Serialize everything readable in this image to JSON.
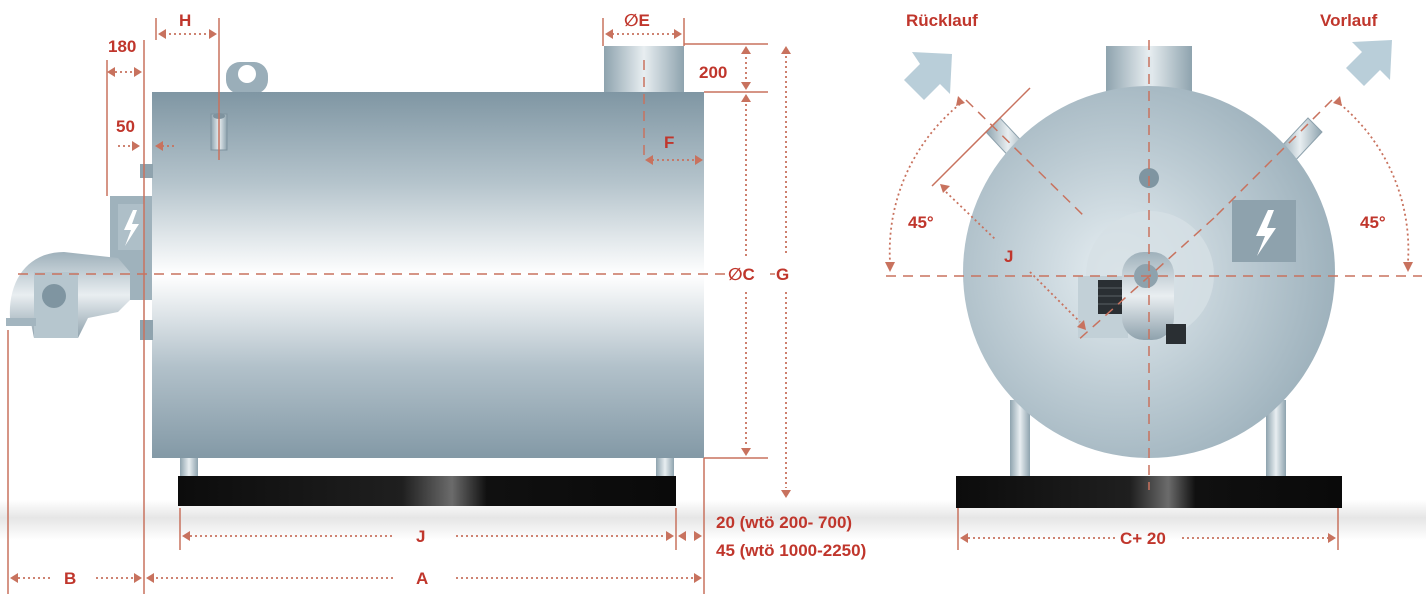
{
  "labels": {
    "h": "H",
    "e": "∅E",
    "d180": "180",
    "d200": "200",
    "d50": "50",
    "f": "F",
    "c": "∅C",
    "g": "G",
    "j_side": "J",
    "a": "A",
    "b": "B",
    "foot_1": "20 (wtö 200- 700)",
    "foot_2": "45 (wtö 1000-2250)",
    "ruecklauf": "Rücklauf",
    "vorlauf": "Vorlauf",
    "angle_left": "45°",
    "angle_right": "45°",
    "j_front": "J",
    "c20": "C+ 20"
  },
  "icons": {
    "warning_side": "high-voltage-icon",
    "warning_front": "high-voltage-icon",
    "arrow_in": "return-flow-arrow-icon",
    "arrow_out": "supply-flow-arrow-icon"
  },
  "colors": {
    "dimension": "#c8725e",
    "label": "#c0362c",
    "steel": "#8fa3ae",
    "base": "#111111",
    "arrow": "#b9ced9"
  }
}
